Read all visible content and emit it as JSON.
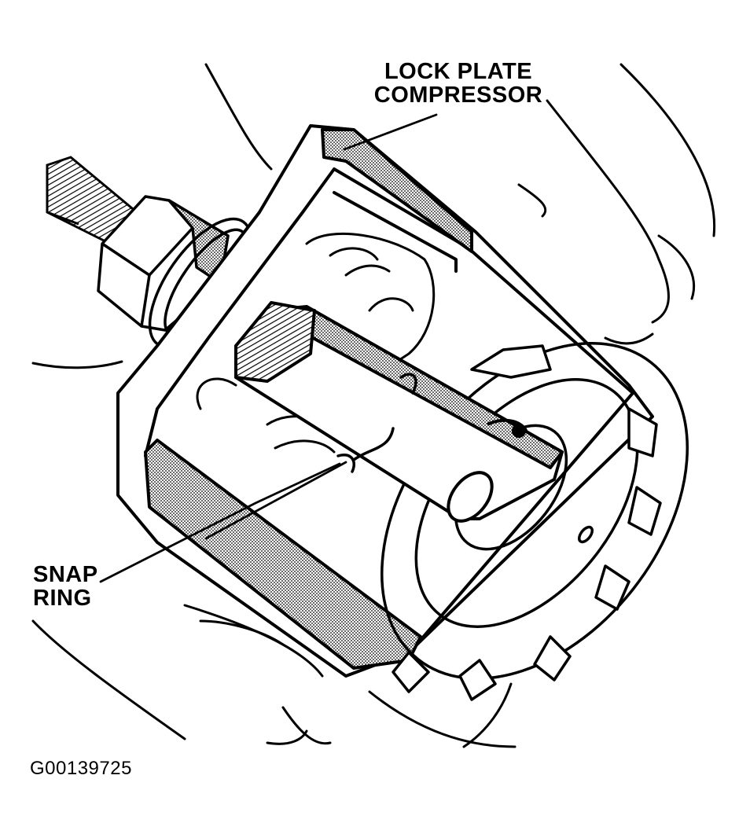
{
  "callouts": {
    "lock_plate_line1": "LOCK PLATE",
    "lock_plate_line2": "COMPRESSOR",
    "snap_ring_line1": "SNAP",
    "snap_ring_line2": "RING"
  },
  "figure_id": "G00139725",
  "colors": {
    "ink": "#000000",
    "paper": "#ffffff",
    "hatch": "#555555"
  }
}
